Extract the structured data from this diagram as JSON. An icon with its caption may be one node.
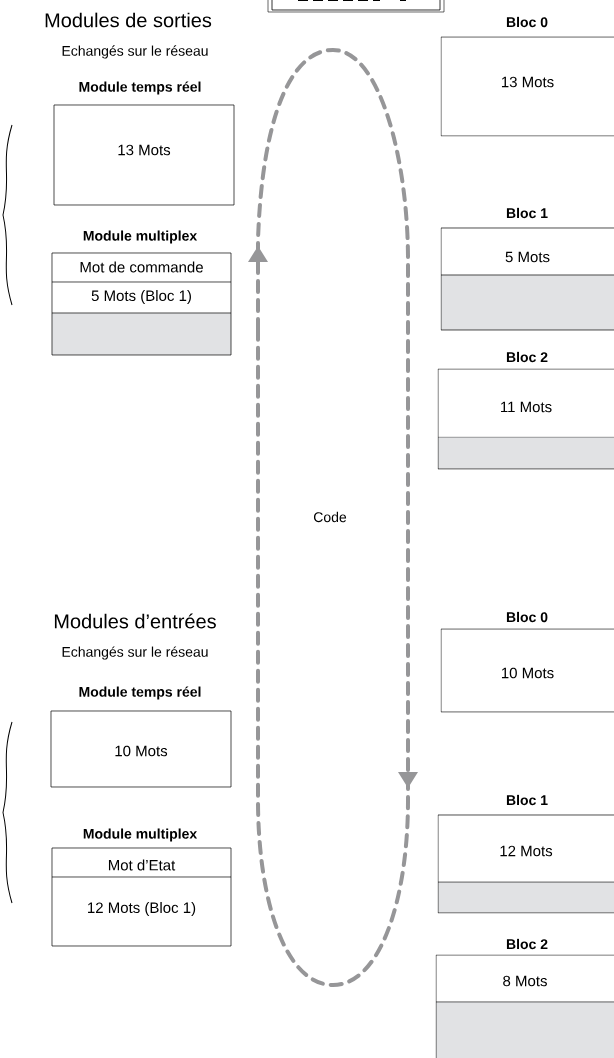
{
  "diagram": {
    "nodes": [
      {
        "text": [
          "Module temps réel",
          "13 Mots"
        ]
      },
      {
        "text": [
          "Module multiplex",
          "Mot de commande",
          "5 Mots (Bloc 1)"
        ]
      },
      {
        "text": [
          "Bloc 0",
          "13 Mots"
        ]
      },
      {
        "text": [
          "Bloc 1",
          "5 Mots"
        ]
      },
      {
        "text": [
          "Bloc 2",
          "11 Mots"
        ]
      },
      {
        "text": [
          "Module temps réel",
          "10 Mots"
        ]
      },
      {
        "text": [
          "Module multiplex",
          "Mot d’Etat",
          "12 Mots  (Bloc 1)"
        ]
      },
      {
        "text": [
          "Bloc 0",
          "10 Mots"
        ]
      },
      {
        "text": [
          "Bloc 1",
          "12 Mots"
        ]
      },
      {
        "text": [
          "Bloc 2",
          "8 Mots"
        ]
      }
    ],
    "labels": [
      "Modules de sorties",
      "Echangés sur le réseau",
      "Code",
      "Modules d’entrées",
      "Echangés sur le réseau"
    ]
  }
}
